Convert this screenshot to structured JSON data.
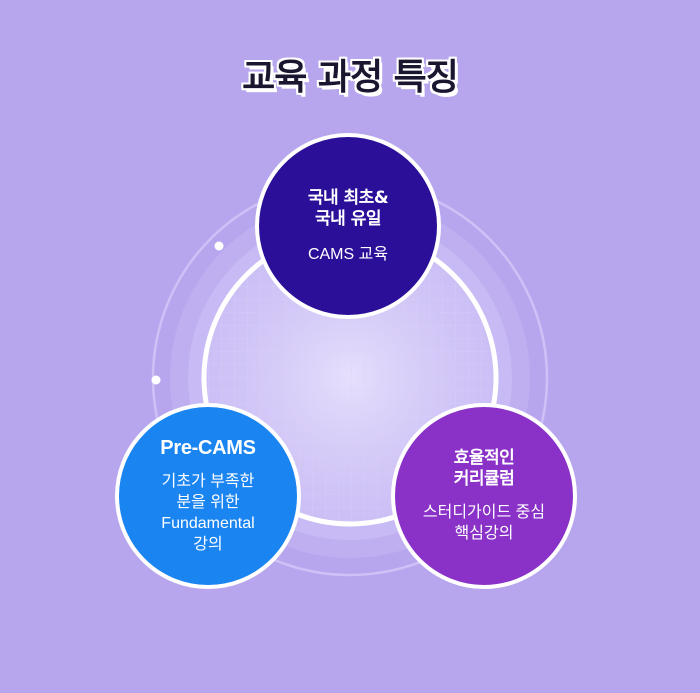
{
  "title": "교육 과정 특징",
  "features": [
    {
      "title_lines": [
        "국내 최초&",
        "국내 유일"
      ],
      "desc_lines": [
        "CAMS 교육"
      ],
      "color": "#2c0f99"
    },
    {
      "title_lines": [
        "Pre-CAMS"
      ],
      "desc_lines": [
        "기초가 부족한",
        "분을 위한",
        "Fundamental",
        "강의"
      ],
      "color": "#1a84f1"
    },
    {
      "title_lines": [
        "효율적인",
        "커리큘럼"
      ],
      "desc_lines": [
        "스터디가이드 중심",
        "핵심강의"
      ],
      "color": "#8a31c8"
    }
  ],
  "colors": {
    "background": "#b7a6ee",
    "ring": "#ffffff"
  }
}
